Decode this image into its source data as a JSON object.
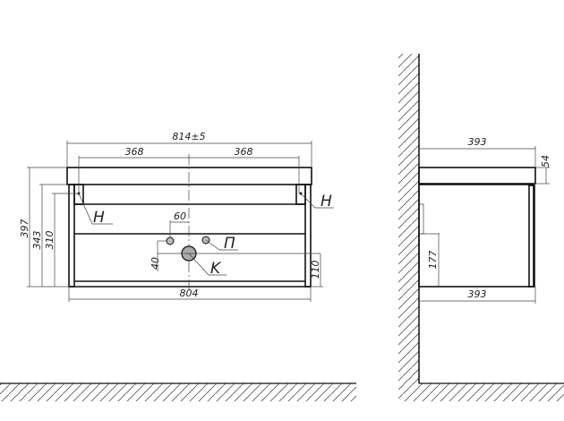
{
  "front_view": {
    "width_total": "814±5",
    "half_left": "368",
    "half_right": "368",
    "height_total": "397",
    "height_cabinet": "343",
    "height_mount": "310",
    "hole_spacing": "60",
    "hole_offset": "40",
    "drain_height": "110",
    "width_cabinet": "804",
    "label_mount_left": "H",
    "label_mount_right": "H",
    "label_water": "П",
    "label_drain": "K"
  },
  "side_view": {
    "depth_top": "393",
    "depth_bottom": "393",
    "countertop_thickness": "54",
    "drain_zone": "177"
  }
}
